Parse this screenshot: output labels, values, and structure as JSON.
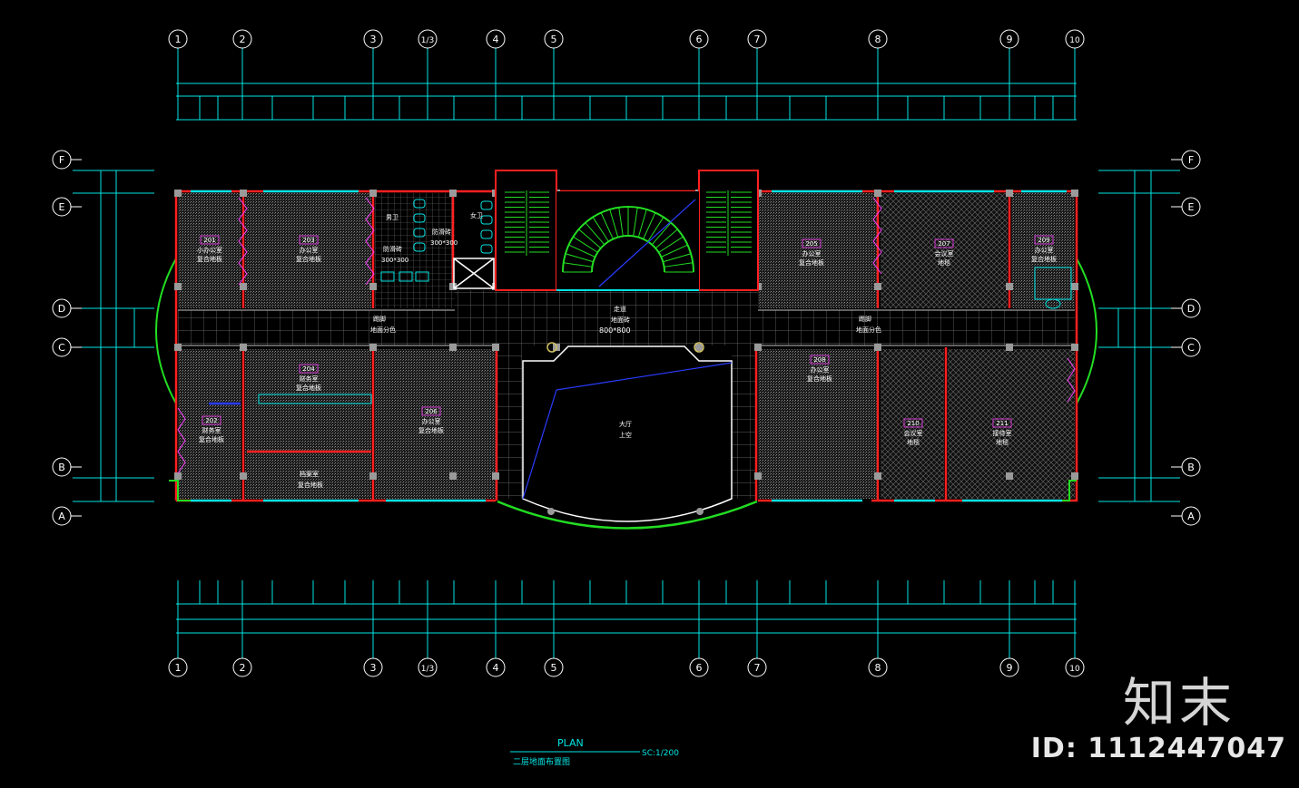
{
  "drawing": {
    "title": "PLAN",
    "subtitle": "二层地面布置图",
    "scale": "SC:1/200"
  },
  "grid": {
    "columns": [
      "1",
      "2",
      "3",
      "1/3",
      "4",
      "5",
      "6",
      "7",
      "8",
      "9",
      "10"
    ],
    "rows": [
      "F",
      "E",
      "D",
      "C",
      "B",
      "A"
    ]
  },
  "rooms": [
    {
      "num": "201",
      "l1": "小办公室",
      "l2": "复合地板"
    },
    {
      "num": "203",
      "l1": "办公室",
      "l2": "复合地板"
    },
    {
      "num": "205",
      "l1": "办公室",
      "l2": "复合地板"
    },
    {
      "num": "207",
      "l1": "会议室",
      "l2": "地毯"
    },
    {
      "num": "209",
      "l1": "办公室",
      "l2": "复合地板"
    },
    {
      "num": "202",
      "l1": "财务室",
      "l2": "复合地板"
    },
    {
      "num": "204",
      "l1": "财务室",
      "l2": "复合地板"
    },
    {
      "num": "206",
      "l1": "办公室",
      "l2": "复合地板"
    },
    {
      "num": "208",
      "l1": "办公室",
      "l2": "复合地板"
    },
    {
      "num": "210",
      "l1": "会议室",
      "l2": "地毯"
    },
    {
      "num": "211",
      "l1": "接待室",
      "l2": "地毯"
    }
  ],
  "labels": {
    "toilet_1": "男卫",
    "toilet_2": "女卫",
    "tile_1": "防滑砖",
    "tile_1_size": "300*300",
    "tile_2": "防滑砖",
    "tile_2_size": "300*300",
    "corridor": "走道",
    "corridor_floor": "地面砖",
    "corridor_size": "800*800",
    "door_left_1": "踢脚",
    "door_left_2": "地面分色",
    "door_right_1": "踢脚",
    "door_right_2": "地面分色",
    "hall_1": "大厅",
    "hall_2": "上空",
    "archive": "档案室",
    "archive_floor": "复合地板"
  },
  "brand": {
    "logo": "知末",
    "id": "ID: 1112447047"
  },
  "colors": {
    "cyan": "#00e5e5",
    "wall": "#ff2020",
    "white": "#ffffff",
    "green": "#22dd22",
    "magenta": "#ff40ff",
    "blue": "#2a3cff",
    "grey": "#909090"
  }
}
